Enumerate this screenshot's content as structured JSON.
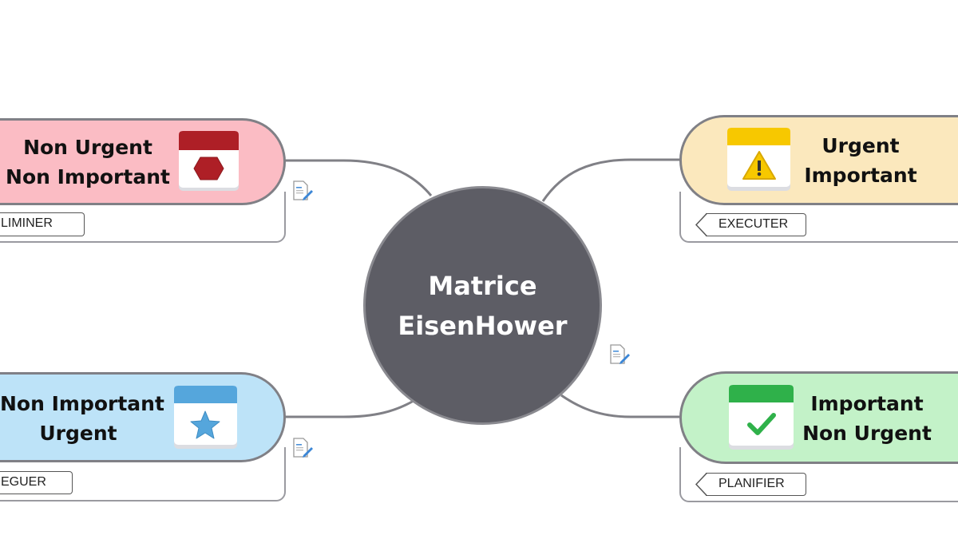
{
  "central": {
    "line1": "Matrice",
    "line2": "EisenHower"
  },
  "nodes": [
    {
      "id": "top-left",
      "line1": "Non Urgent",
      "line2": "Non Important",
      "label": "LIMINER",
      "icon": "hexagon-stop-icon",
      "color": "#fbbcc4",
      "icon_color": "#ae1f26"
    },
    {
      "id": "top-right",
      "line1": "Urgent",
      "line2": "Important",
      "label": "EXECUTER",
      "icon": "warning-icon",
      "color": "#fbe8bd",
      "icon_color": "#f7c800"
    },
    {
      "id": "bottom-left",
      "line1": "Non Important",
      "line2": "Urgent",
      "label": "EGUER",
      "icon": "star-icon",
      "color": "#bde3f8",
      "icon_color": "#55a6dc"
    },
    {
      "id": "bottom-right",
      "line1": "Important",
      "line2": "Non Urgent",
      "label": "PLANIFIER",
      "icon": "checkmark-icon",
      "color": "#c3f2c8",
      "icon_color": "#2fb14a"
    }
  ]
}
